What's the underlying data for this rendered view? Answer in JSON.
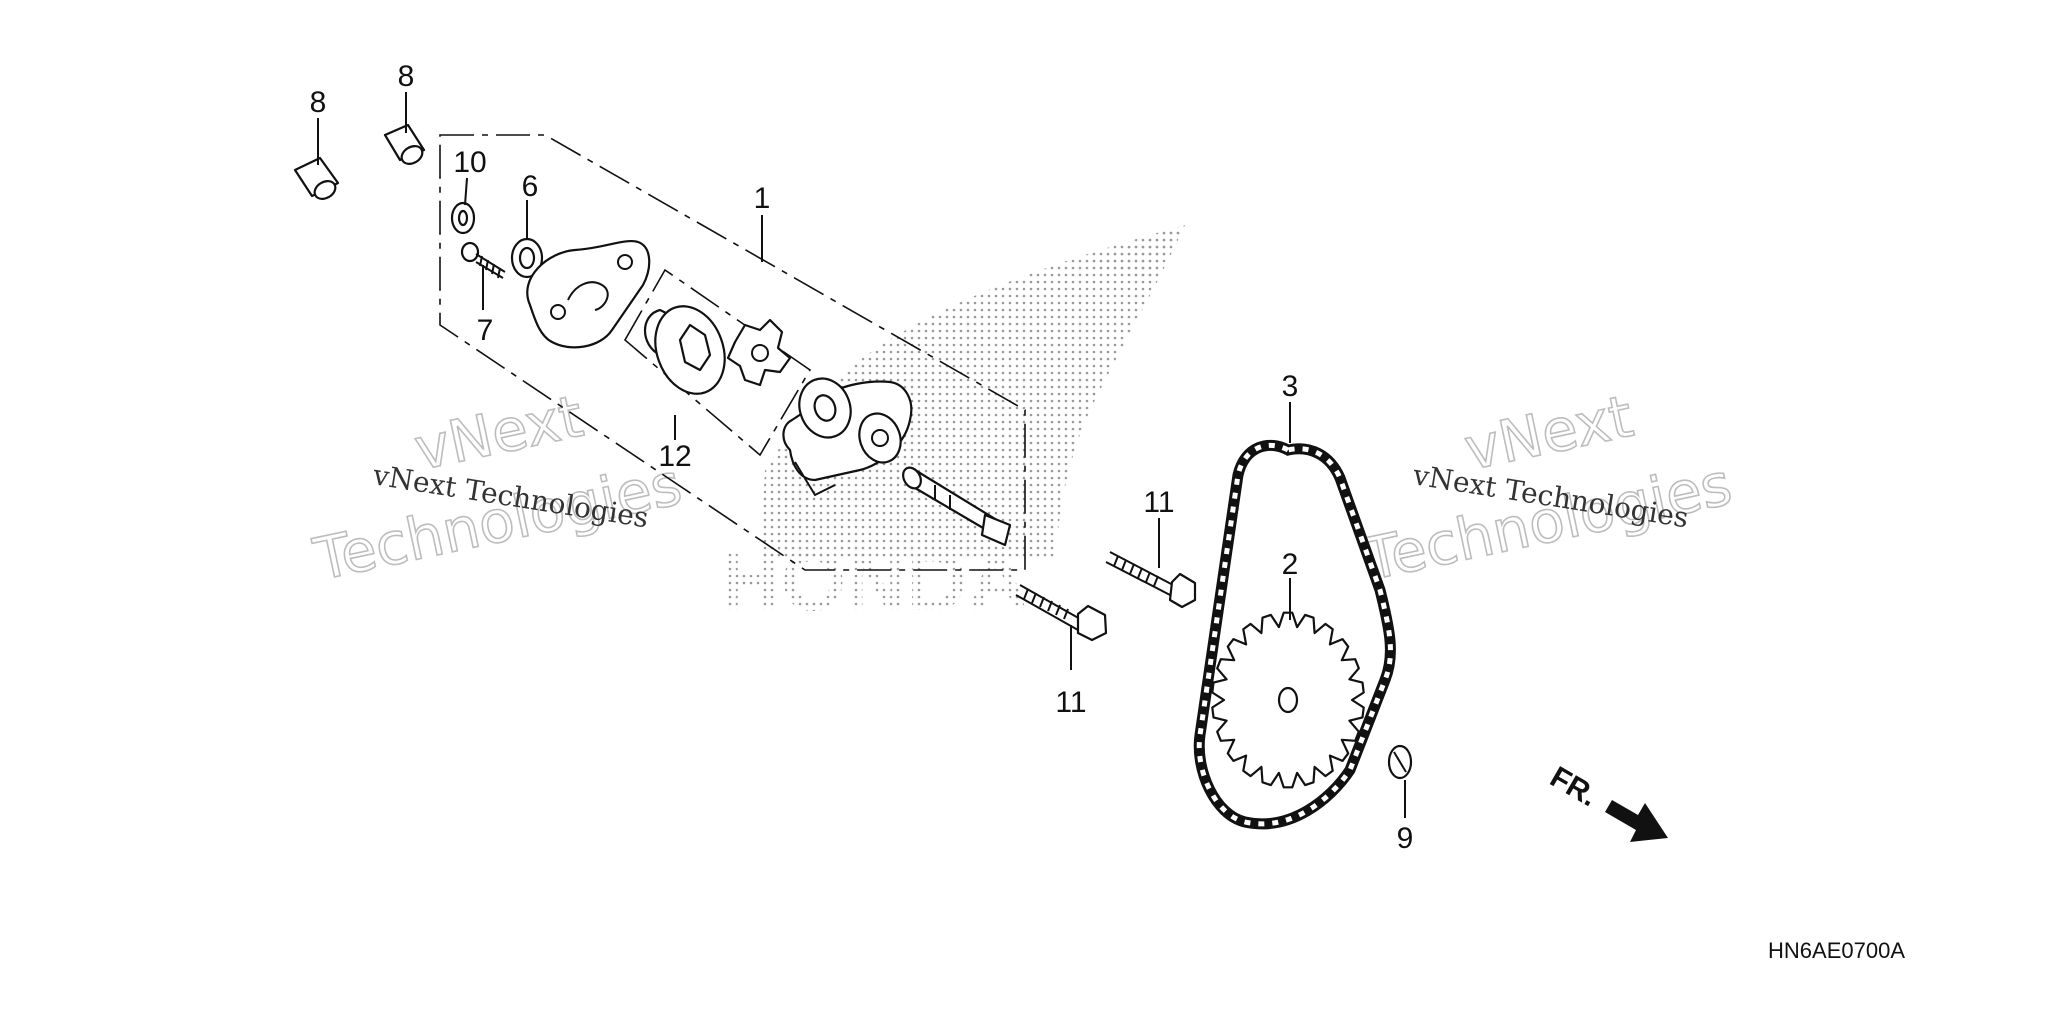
{
  "diagram": {
    "code": "HN6AE0700A",
    "direction_label": "FR.",
    "callouts": [
      {
        "id": "c8a",
        "text": "8"
      },
      {
        "id": "c8b",
        "text": "8"
      },
      {
        "id": "c10",
        "text": "10"
      },
      {
        "id": "c6",
        "text": "6"
      },
      {
        "id": "c7",
        "text": "7"
      },
      {
        "id": "c1",
        "text": "1"
      },
      {
        "id": "c12",
        "text": "12"
      },
      {
        "id": "c11a",
        "text": "11"
      },
      {
        "id": "c11b",
        "text": "11"
      },
      {
        "id": "c3",
        "text": "3"
      },
      {
        "id": "c2",
        "text": "2"
      },
      {
        "id": "c9",
        "text": "9"
      }
    ]
  },
  "watermarks": {
    "left_small": "vNext Technologies",
    "left_big_1": "vNext",
    "left_big_2": "Technologies",
    "right_small": "vNext Technologies",
    "right_big_1": "vNext",
    "right_big_2": "Technologies",
    "logo_text": "HONDA"
  }
}
